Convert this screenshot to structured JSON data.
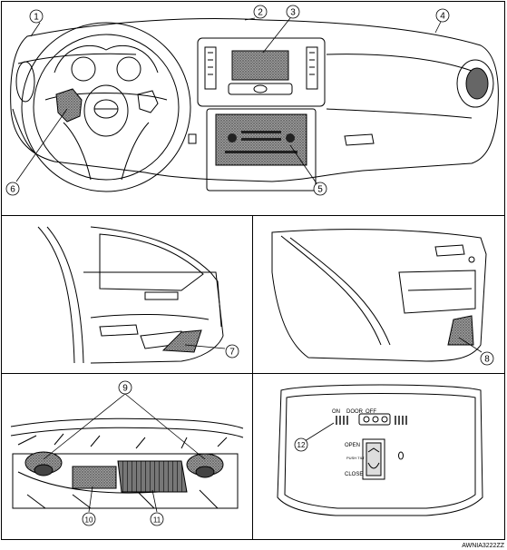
{
  "callouts": {
    "c1": "1",
    "c2": "2",
    "c3": "3",
    "c4": "4",
    "c5": "5",
    "c6": "6",
    "c7": "7",
    "c8": "8",
    "c9": "9",
    "c10": "10",
    "c11": "11",
    "c12": "12"
  },
  "overhead_console": {
    "on_label": "ON",
    "door_label": "DOOR",
    "off_label": "OFF",
    "open_label": "OPEN",
    "push_tilt_label": "PUSH TILT",
    "close_label": "CLOSE"
  },
  "figure_code": "AWNIA3222ZZ"
}
